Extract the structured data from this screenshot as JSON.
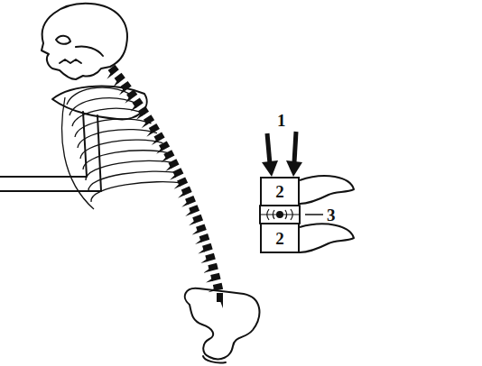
{
  "diagram": {
    "nodes": [
      {
        "text": [
          "2"
        ]
      },
      {
        "text": [
          "2"
        ]
      }
    ],
    "labels": [
      "1",
      "3"
    ]
  }
}
